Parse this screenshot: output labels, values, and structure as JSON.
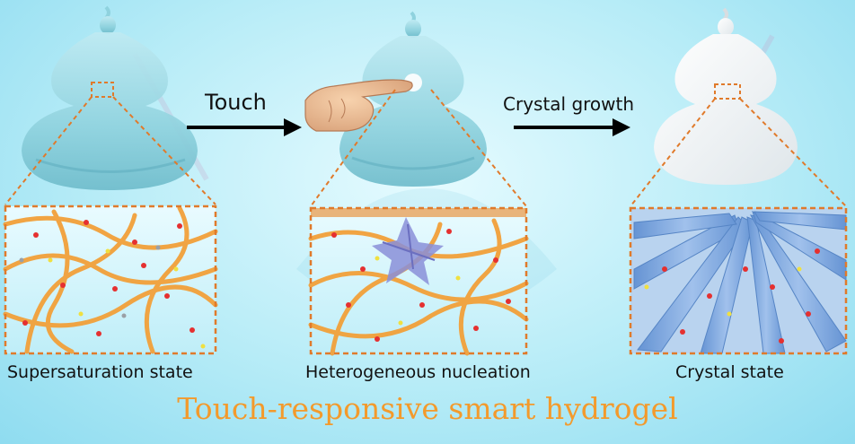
{
  "arrows": {
    "touch_label": "Touch",
    "growth_label": "Crystal growth"
  },
  "states": {
    "left_label": "Supersaturation state",
    "middle_label": "Heterogeneous nucleation",
    "right_label": "Crystal state"
  },
  "title": "Touch-responsive smart hydrogel",
  "colors": {
    "fiber": "#f2a03a",
    "zoom_box": "#e07a2b",
    "gel_blue": "#8ed3e0",
    "crystal_blue": "#6f9bd8",
    "title": "#f39a2c"
  }
}
